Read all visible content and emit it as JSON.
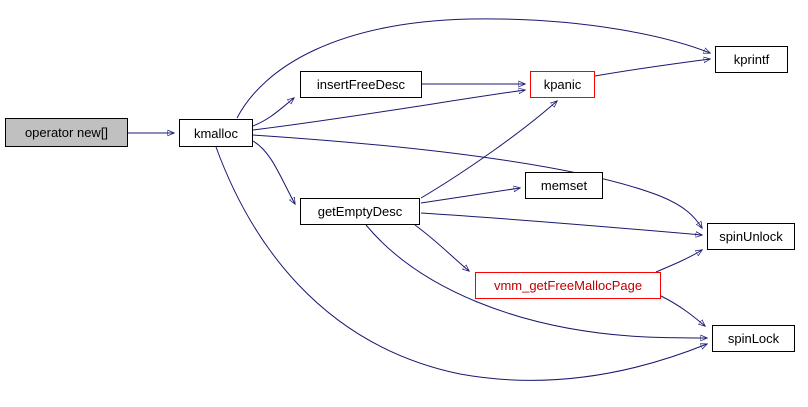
{
  "diagram": {
    "kind": "call-graph",
    "colors": {
      "edge": "#191970",
      "node_border": "#000000",
      "node_fill": "#ffffff",
      "root_fill": "#c0c0c0",
      "highlight_border": "#ff0000",
      "highlight_text": "#c00000",
      "text": "#000000",
      "background": "#ffffff"
    },
    "nodes": [
      {
        "id": "operator_new",
        "label": "operator new[]",
        "fill": "#c0c0c0",
        "border": "#000000",
        "text_color": "#000000"
      },
      {
        "id": "kmalloc",
        "label": "kmalloc",
        "fill": "#ffffff",
        "border": "#000000",
        "text_color": "#000000"
      },
      {
        "id": "insertFreeDesc",
        "label": "insertFreeDesc",
        "fill": "#ffffff",
        "border": "#000000",
        "text_color": "#000000"
      },
      {
        "id": "kpanic",
        "label": "kpanic",
        "fill": "#ffffff",
        "border": "#ff0000",
        "text_color": "#000000"
      },
      {
        "id": "kprintf",
        "label": "kprintf",
        "fill": "#ffffff",
        "border": "#000000",
        "text_color": "#000000"
      },
      {
        "id": "memset",
        "label": "memset",
        "fill": "#ffffff",
        "border": "#000000",
        "text_color": "#000000"
      },
      {
        "id": "getEmptyDesc",
        "label": "getEmptyDesc",
        "fill": "#ffffff",
        "border": "#000000",
        "text_color": "#000000"
      },
      {
        "id": "spinUnlock",
        "label": "spinUnlock",
        "fill": "#ffffff",
        "border": "#000000",
        "text_color": "#000000"
      },
      {
        "id": "vmm_getFreeMallocPage",
        "label": "vmm_getFreeMallocPage",
        "fill": "#ffffff",
        "border": "#ff0000",
        "text_color": "#c00000"
      },
      {
        "id": "spinLock",
        "label": "spinLock",
        "fill": "#ffffff",
        "border": "#000000",
        "text_color": "#000000"
      }
    ],
    "edges": [
      {
        "from": "operator_new",
        "to": "kmalloc"
      },
      {
        "from": "kmalloc",
        "to": "insertFreeDesc"
      },
      {
        "from": "kmalloc",
        "to": "kpanic"
      },
      {
        "from": "kmalloc",
        "to": "kprintf"
      },
      {
        "from": "kmalloc",
        "to": "getEmptyDesc"
      },
      {
        "from": "kmalloc",
        "to": "spinUnlock"
      },
      {
        "from": "kmalloc",
        "to": "spinLock"
      },
      {
        "from": "insertFreeDesc",
        "to": "kpanic"
      },
      {
        "from": "kpanic",
        "to": "kprintf"
      },
      {
        "from": "getEmptyDesc",
        "to": "kpanic"
      },
      {
        "from": "getEmptyDesc",
        "to": "memset"
      },
      {
        "from": "getEmptyDesc",
        "to": "spinUnlock"
      },
      {
        "from": "getEmptyDesc",
        "to": "vmm_getFreeMallocPage"
      },
      {
        "from": "getEmptyDesc",
        "to": "spinLock"
      },
      {
        "from": "vmm_getFreeMallocPage",
        "to": "spinUnlock"
      },
      {
        "from": "vmm_getFreeMallocPage",
        "to": "spinLock"
      }
    ]
  }
}
